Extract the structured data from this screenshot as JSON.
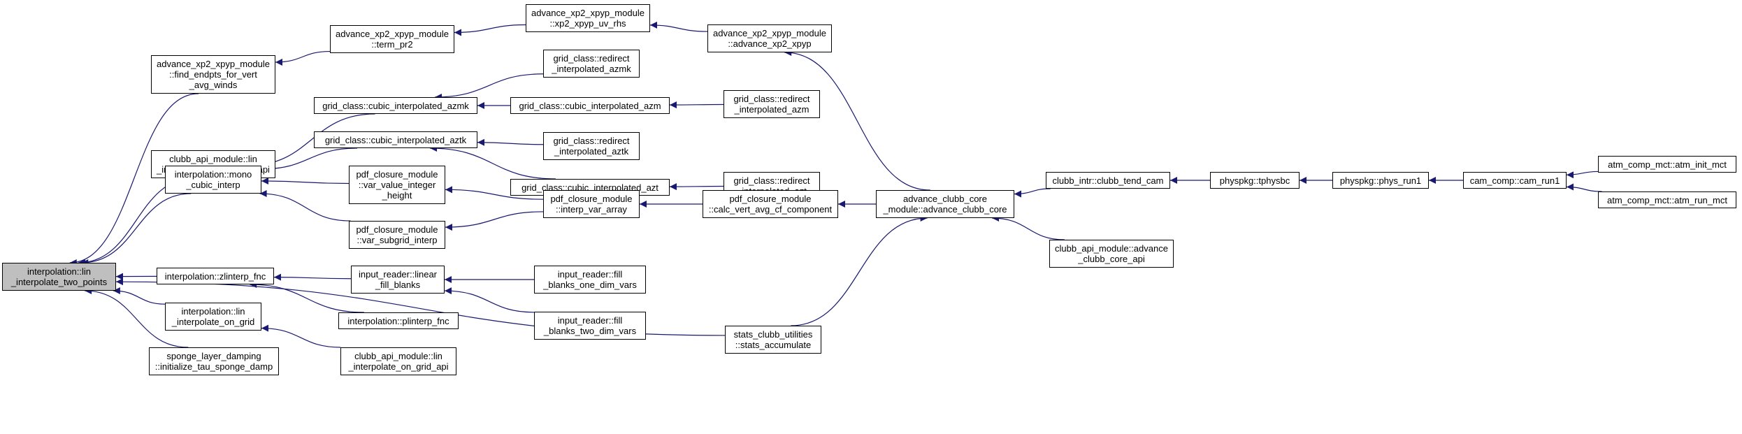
{
  "colors": {
    "edge": "#191970",
    "node_border": "#000000",
    "node_fill": "#ffffff",
    "root_fill": "#bfbfbf"
  },
  "nodes": {
    "root": "interpolation::lin\n_interpolate_two_points",
    "find_endpts": "advance_xp2_xpyp_module\n::find_endpts_for_vert\n_avg_winds",
    "term_pr2": "advance_xp2_xpyp_module\n::term_pr2",
    "uv_rhs": "advance_xp2_xpyp_module\n::xp2_xpyp_uv_rhs",
    "advance_xp2": "advance_xp2_xpyp_module\n::advance_xp2_xpyp",
    "api_lin": "clubb_api_module::lin\n_interpolate_two_points_api",
    "mono": "interpolation::mono\n_cubic_interp",
    "azmk": "grid_class::cubic_interpolated_azmk",
    "aztk": "grid_class::cubic_interpolated_aztk",
    "redir_azmk": "grid_class::redirect\n_interpolated_azmk",
    "azm": "grid_class::cubic_interpolated_azm",
    "redir_azm": "grid_class::redirect\n_interpolated_azm",
    "redir_aztk": "grid_class::redirect\n_interpolated_aztk",
    "azt": "grid_class::cubic_interpolated_azt",
    "redir_azt": "grid_class::redirect\n_interpolated_azt",
    "var_value": "pdf_closure_module\n::var_value_integer\n_height",
    "var_subgrid": "pdf_closure_module\n::var_subgrid_interp",
    "interp_var": "pdf_closure_module\n::interp_var_array",
    "calc_vert": "pdf_closure_module\n::calc_vert_avg_cf_component",
    "clubb_core": "advance_clubb_core\n_module::advance_clubb_core",
    "tend_cam": "clubb_intr::clubb_tend_cam",
    "api_core": "clubb_api_module::advance\n_clubb_core_api",
    "tphysbc": "physpkg::tphysbc",
    "phys_run1": "physpkg::phys_run1",
    "cam_run1": "cam_comp::cam_run1",
    "atm_init": "atm_comp_mct::atm_init_mct",
    "atm_run": "atm_comp_mct::atm_run_mct",
    "zlinterp": "interpolation::zlinterp_fnc",
    "linear_fill": "input_reader::linear\n_fill_blanks",
    "plinterp": "interpolation::plinterp_fnc",
    "fill_one": "input_reader::fill\n_blanks_one_dim_vars",
    "fill_two": "input_reader::fill\n_blanks_two_dim_vars",
    "lin_grid": "interpolation::lin\n_interpolate_on_grid",
    "api_grid": "clubb_api_module::lin\n_interpolate_on_grid_api",
    "sponge": "sponge_layer_damping\n::initialize_tau_sponge_damp",
    "stats": "stats_clubb_utilities\n::stats_accumulate"
  },
  "edges": [
    [
      "find_endpts",
      "root"
    ],
    [
      "term_pr2",
      "find_endpts"
    ],
    [
      "uv_rhs",
      "term_pr2"
    ],
    [
      "advance_xp2",
      "uv_rhs"
    ],
    [
      "clubb_core",
      "advance_xp2"
    ],
    [
      "api_lin",
      "root"
    ],
    [
      "mono",
      "root"
    ],
    [
      "azmk",
      "mono"
    ],
    [
      "aztk",
      "mono"
    ],
    [
      "var_value",
      "mono"
    ],
    [
      "var_subgrid",
      "mono"
    ],
    [
      "redir_azmk",
      "azmk"
    ],
    [
      "azm",
      "azmk"
    ],
    [
      "redir_azm",
      "azm"
    ],
    [
      "redir_aztk",
      "aztk"
    ],
    [
      "azt",
      "aztk"
    ],
    [
      "redir_azt",
      "azt"
    ],
    [
      "interp_var",
      "var_value"
    ],
    [
      "interp_var",
      "var_subgrid"
    ],
    [
      "calc_vert",
      "interp_var"
    ],
    [
      "clubb_core",
      "calc_vert"
    ],
    [
      "tend_cam",
      "clubb_core"
    ],
    [
      "api_core",
      "clubb_core"
    ],
    [
      "tphysbc",
      "tend_cam"
    ],
    [
      "phys_run1",
      "tphysbc"
    ],
    [
      "cam_run1",
      "phys_run1"
    ],
    [
      "atm_init",
      "cam_run1"
    ],
    [
      "atm_run",
      "cam_run1"
    ],
    [
      "zlinterp",
      "root"
    ],
    [
      "linear_fill",
      "zlinterp"
    ],
    [
      "plinterp",
      "zlinterp"
    ],
    [
      "fill_one",
      "linear_fill"
    ],
    [
      "fill_two",
      "linear_fill"
    ],
    [
      "lin_grid",
      "root"
    ],
    [
      "api_grid",
      "lin_grid"
    ],
    [
      "sponge",
      "root"
    ],
    [
      "stats",
      "root"
    ],
    [
      "stats",
      "clubb_core"
    ]
  ]
}
